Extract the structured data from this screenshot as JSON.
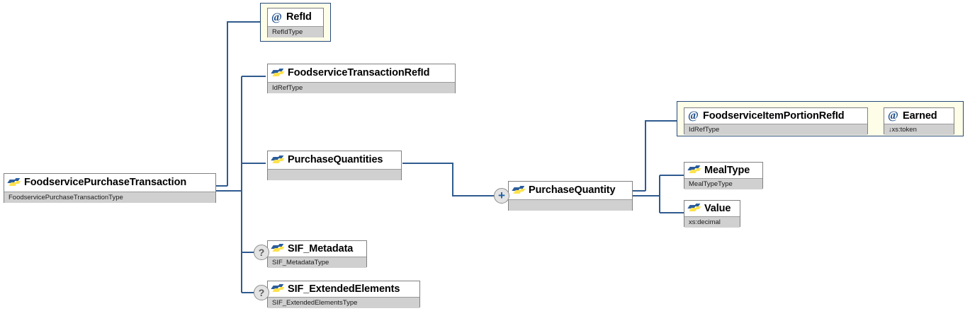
{
  "diagram": {
    "type": "xsd-schema-tree",
    "background": "#ffffff",
    "connector_color": "#2f5b8f",
    "element_icon": "element-icon",
    "attribute_icon": "attribute-icon"
  },
  "nodes": {
    "root": {
      "name": "FoodservicePurchaseTransaction",
      "type": "FoodservicePurchaseTransactionType",
      "kind": "element",
      "icon": "element-icon"
    },
    "ref_id": {
      "name": "RefId",
      "type": "RefIdType",
      "kind": "attribute",
      "icon": "attribute-icon",
      "selected": true
    },
    "transaction_ref_id": {
      "name": "FoodserviceTransactionRefId",
      "type": "IdRefType",
      "kind": "element",
      "icon": "element-icon"
    },
    "purchase_quantities": {
      "name": "PurchaseQuantities",
      "type": "",
      "kind": "element",
      "icon": "element-icon"
    },
    "purchase_quantity": {
      "name": "PurchaseQuantity",
      "type": "",
      "kind": "element",
      "icon": "element-icon",
      "marker": "+"
    },
    "item_portion_ref_id": {
      "name": "FoodserviceItemPortionRefId",
      "type": "IdRefType",
      "kind": "attribute",
      "icon": "attribute-icon",
      "selected": true
    },
    "earned": {
      "name": "Earned",
      "type": "xs:token",
      "type_prefix": "↓",
      "kind": "attribute",
      "icon": "attribute-icon",
      "selected": true
    },
    "meal_type": {
      "name": "MealType",
      "type": "MealTypeType",
      "kind": "element",
      "icon": "element-icon"
    },
    "value": {
      "name": "Value",
      "type": "xs:decimal",
      "kind": "element",
      "icon": "element-icon"
    },
    "sif_metadata": {
      "name": "SIF_Metadata",
      "type": "SIF_MetadataType",
      "kind": "element",
      "icon": "element-icon",
      "marker": "?"
    },
    "sif_extended_elements": {
      "name": "SIF_ExtendedElements",
      "type": "SIF_ExtendedElementsType",
      "kind": "element",
      "icon": "element-icon",
      "marker": "?"
    }
  },
  "markers": {
    "optional": "?",
    "expand": "+"
  }
}
